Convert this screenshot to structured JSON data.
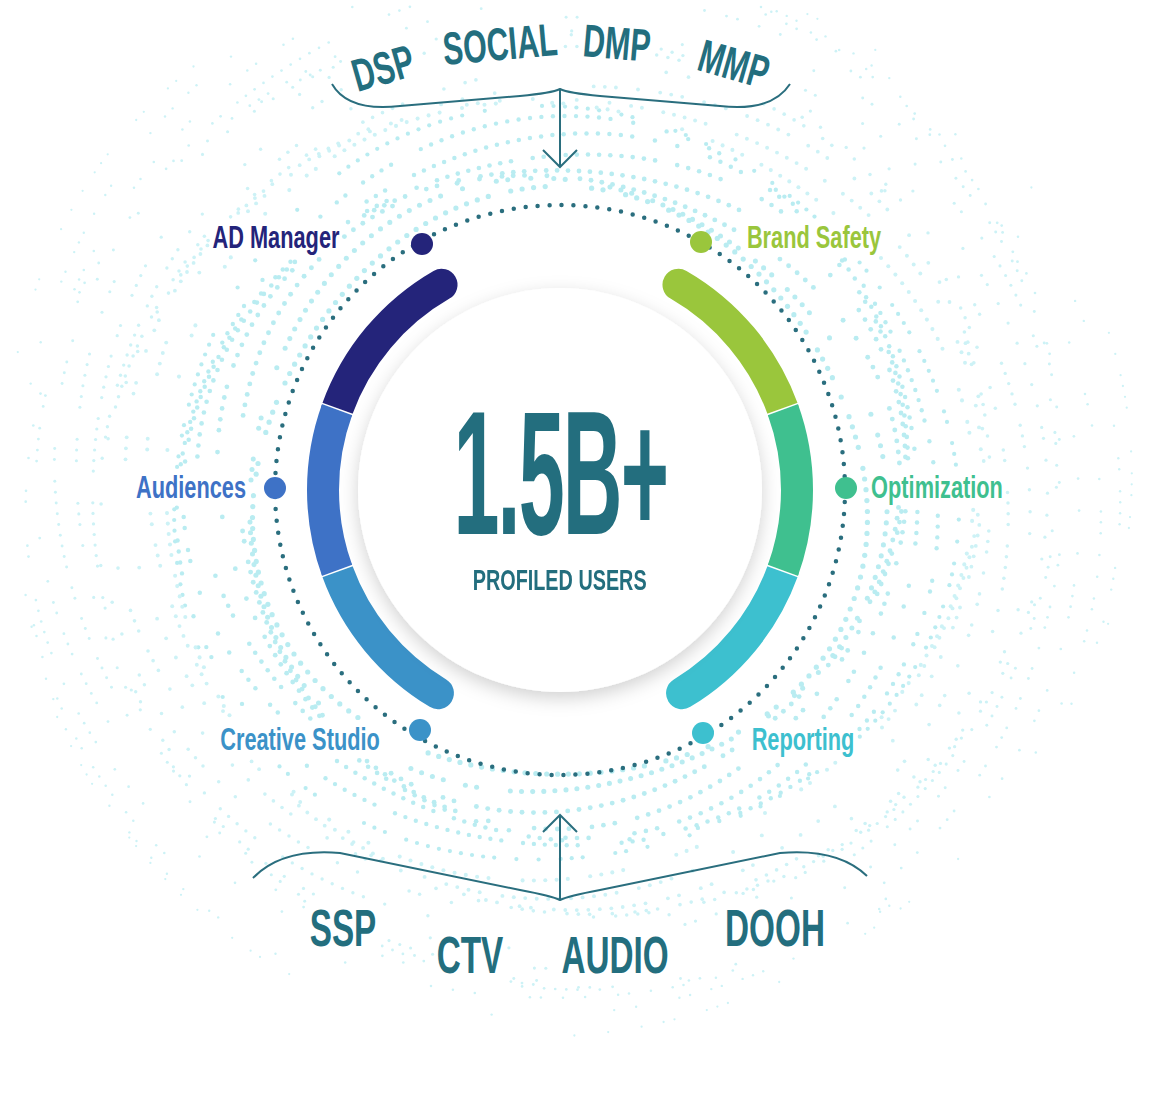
{
  "diagram": {
    "nodes": [
      {
        "text": [
          "1.5B+",
          "PROFILED USERS"
        ]
      }
    ],
    "labels": [
      "DSP",
      "SOCIAL",
      "DMP",
      "MMP",
      "AD Manager",
      "Brand Safety",
      "Audiences",
      "Optimization",
      "Creative Studio",
      "Reporting",
      "SSP",
      "CTV",
      "AUDIO",
      "DOOH"
    ]
  }
}
